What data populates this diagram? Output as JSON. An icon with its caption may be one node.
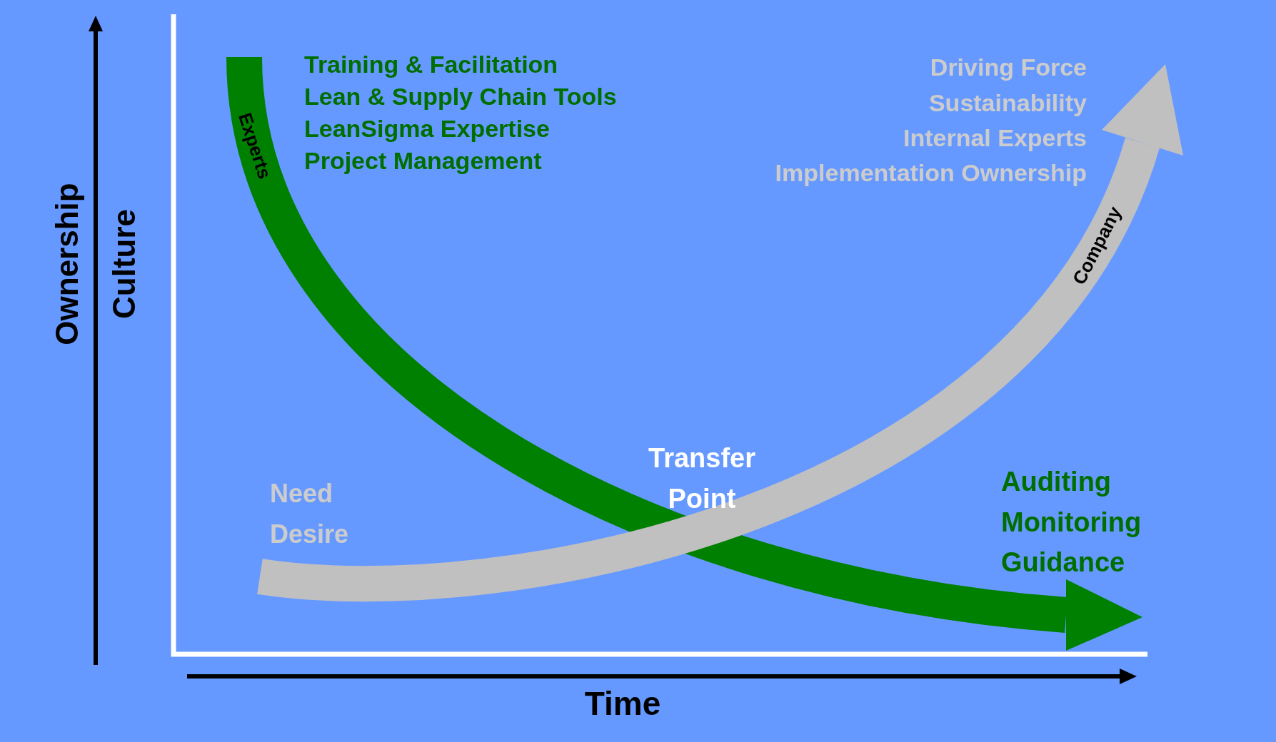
{
  "diagram": {
    "nodes": [
      {
        "text": [
          "Experts"
        ]
      },
      {
        "text": [
          "Company"
        ]
      }
    ],
    "labels": [
      "Ownership",
      "Culture",
      "Training & Facilitation",
      "Lean & Supply Chain Tools",
      "LeanSigma Expertise",
      "Project Management",
      "Driving Force",
      "Sustainability",
      "Internal Experts",
      "Implementation Ownership",
      "Need",
      "Desire",
      "Transfer Point",
      "Auditing",
      "Monitoring",
      "Guidance",
      "Time"
    ]
  }
}
